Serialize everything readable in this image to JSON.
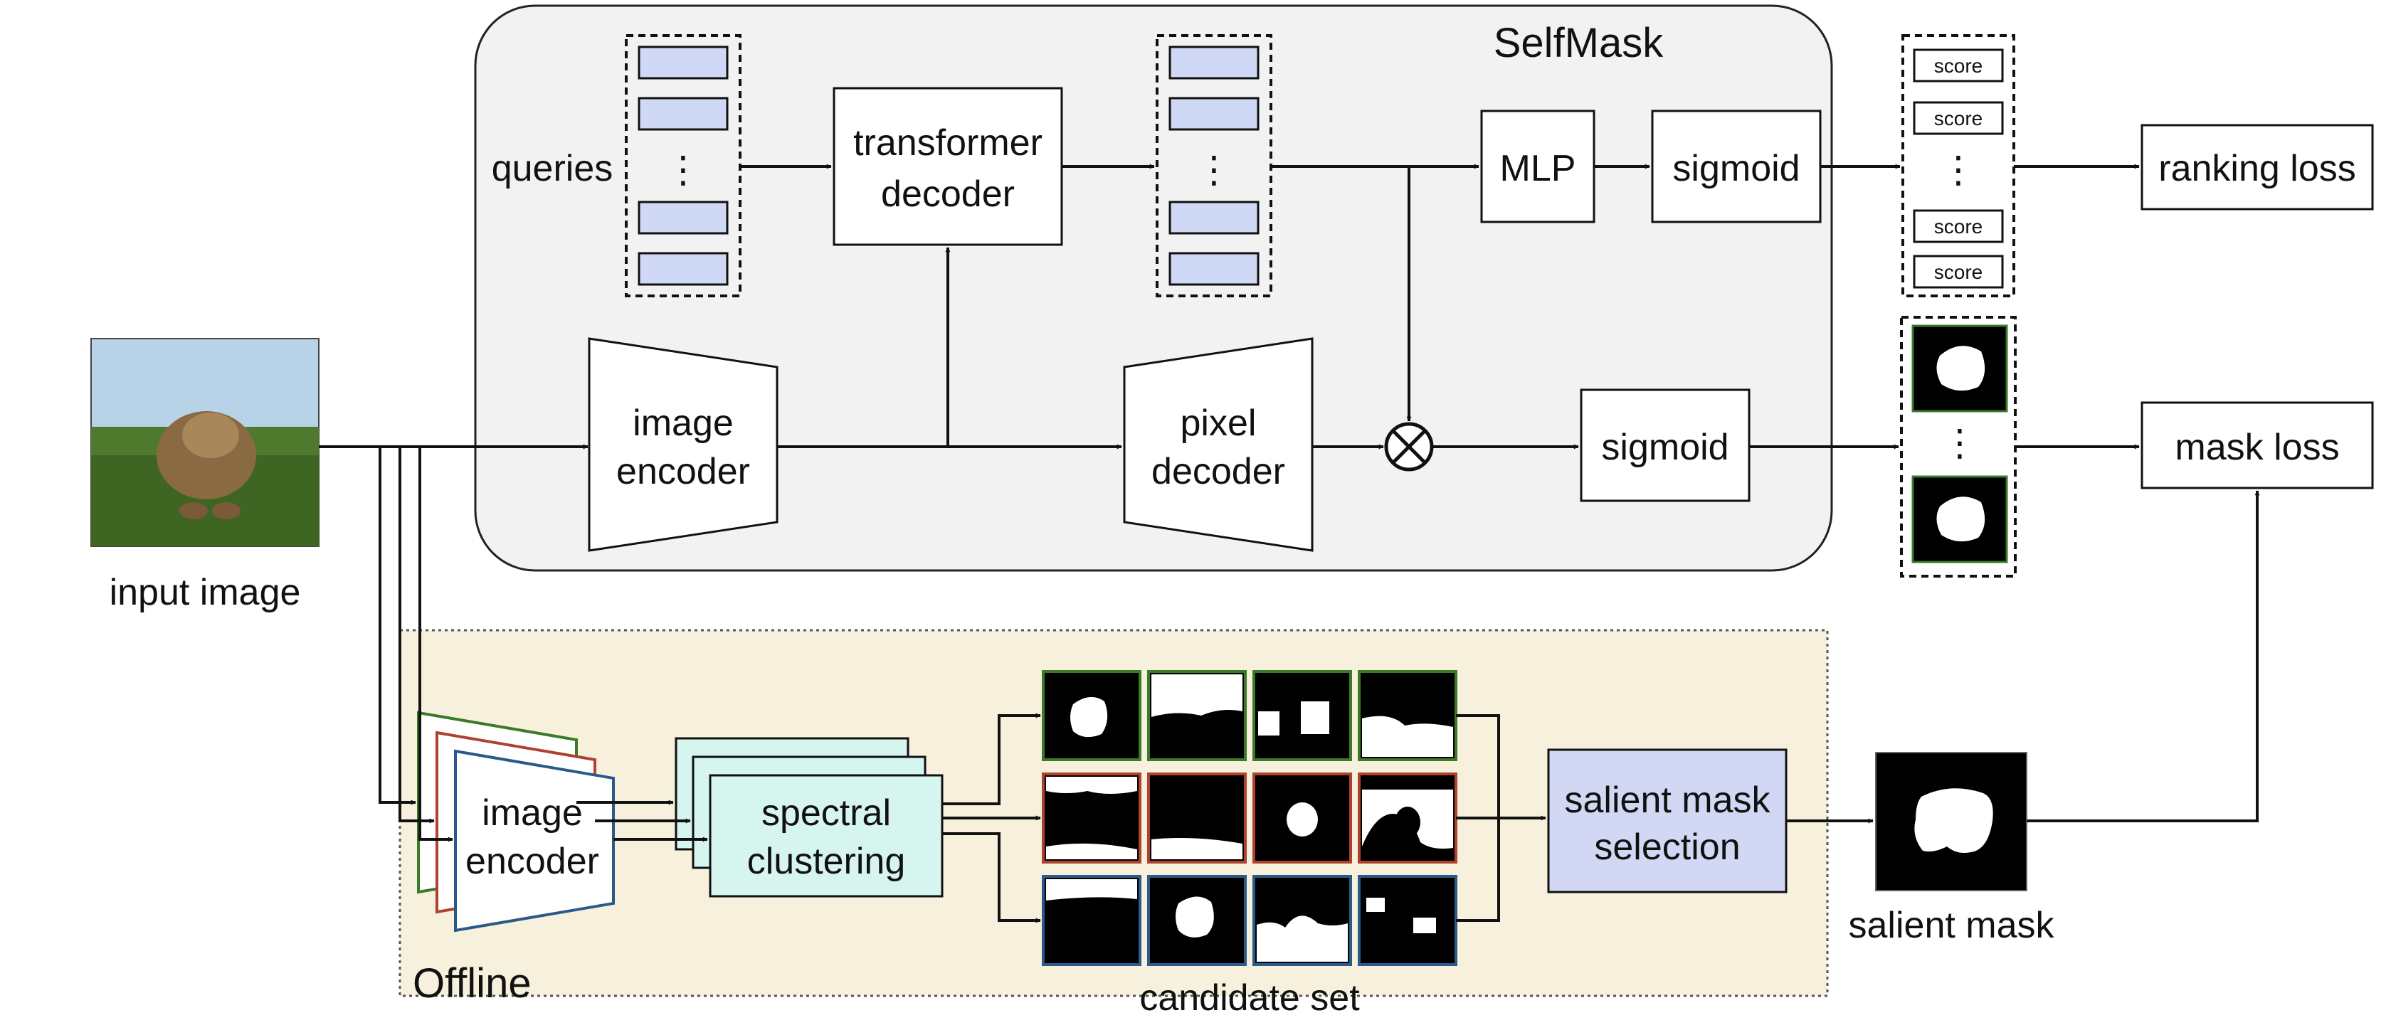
{
  "titles": {
    "selfmask": "SelfMask",
    "offline": "Offline"
  },
  "labels": {
    "input_image": "input image",
    "queries": "queries",
    "salient_mask": "salient mask",
    "candidate_set": "candidate set",
    "score": "score",
    "ellipsis": "⋮"
  },
  "blocks": {
    "transformer_decoder": [
      "transformer",
      "decoder"
    ],
    "image_encoder": [
      "image",
      "encoder"
    ],
    "pixel_decoder": [
      "pixel",
      "decoder"
    ],
    "mlp": "MLP",
    "sigmoid": "sigmoid",
    "ranking_loss": "ranking loss",
    "mask_loss": "mask loss",
    "offline_image_encoder": [
      "image",
      "encoder"
    ],
    "spectral_clustering": [
      "spectral",
      "clustering"
    ],
    "salient_mask_selection": [
      "salient mask",
      "selection"
    ]
  },
  "icons": {
    "multiply": "circle-times-icon",
    "input_photo": "dog-photo-icon"
  },
  "colors": {
    "selfmask_panel": "#f2f2f2",
    "offline_panel": "#f6f0dc",
    "query_token": "#cfd8f5",
    "spectral_box": "#d5f5ee",
    "selection_box": "#d2d8f3",
    "frame_green": "#3c7a2a",
    "frame_red": "#b04030",
    "frame_blue": "#2a5a8a"
  }
}
